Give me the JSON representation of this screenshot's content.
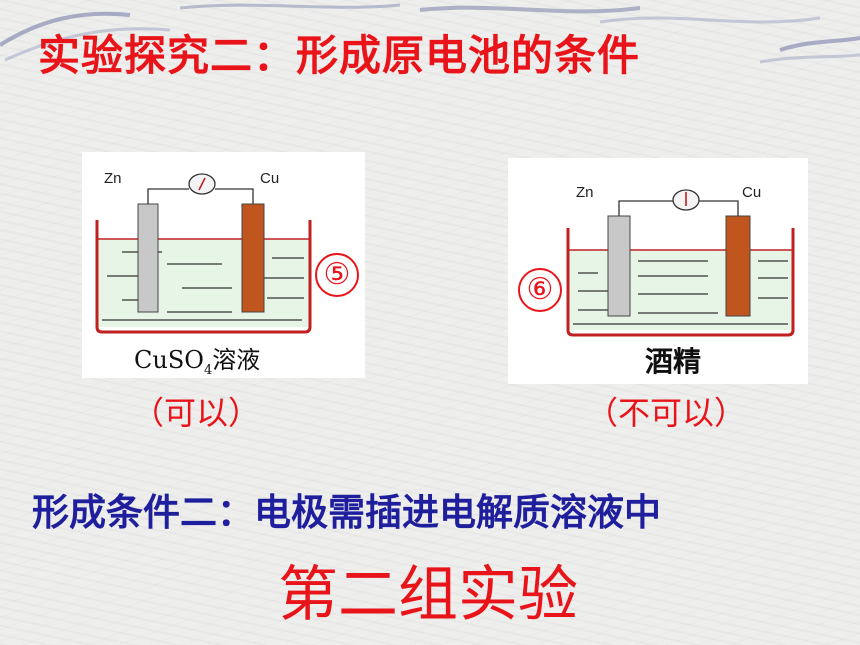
{
  "slide": {
    "title": "实验探究二：形成原电池的条件",
    "conclusion": "形成条件二：电极需插进电解质溶液中",
    "group_title": "第二组实验"
  },
  "experiments": [
    {
      "number": "⑤",
      "left_electrode": "Zn",
      "right_electrode": "Cu",
      "solution_prefix": "CuSO",
      "solution_subscript": "4",
      "solution_suffix": "溶液",
      "result": "（可以）"
    },
    {
      "number": "⑥",
      "left_electrode": "Zn",
      "right_electrode": "Cu",
      "solution": "酒精",
      "result": "（不可以）"
    }
  ],
  "colors": {
    "title_red": "#e8141a",
    "conclusion_blue": "#1f1f9e",
    "zinc_gray": "#c8c8c8",
    "copper_brown": "#c0561e",
    "beaker_red": "#c02020",
    "liquid_green": "#e6f5e6"
  }
}
